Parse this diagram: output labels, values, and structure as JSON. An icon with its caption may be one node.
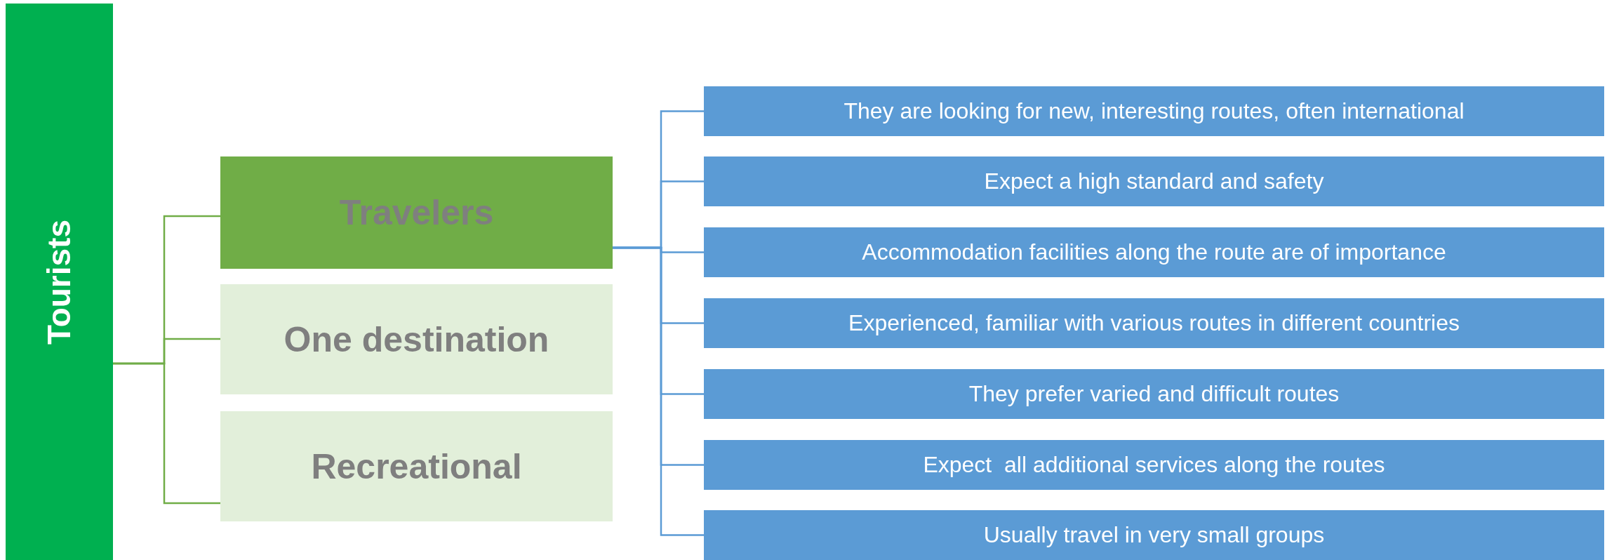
{
  "diagram": {
    "nodes": [
      {
        "text": [
          "Tourists"
        ]
      },
      {
        "text": [
          "Travelers"
        ]
      },
      {
        "text": [
          "One destination"
        ]
      },
      {
        "text": [
          "Recreational"
        ]
      },
      {
        "text": [
          "They are looking for new, interesting routes, often international"
        ]
      },
      {
        "text": [
          "Expect a high standard and safety"
        ]
      },
      {
        "text": [
          "Accommodation facilities along the route are of importance"
        ]
      },
      {
        "text": [
          "Experienced, familiar with various routes in different countries"
        ]
      },
      {
        "text": [
          "They prefer varied and difficult routes"
        ]
      },
      {
        "text": [
          "Expect  all additional services along the routes"
        ]
      },
      {
        "text": [
          "Usually travel in very small groups"
        ]
      }
    ],
    "edges": [
      {
        "from": 0,
        "to": 1,
        "arrow": "none",
        "color": "#70ad47"
      },
      {
        "from": 0,
        "to": 2,
        "arrow": "none",
        "color": "#70ad47"
      },
      {
        "from": 0,
        "to": 3,
        "arrow": "none",
        "color": "#70ad47"
      },
      {
        "from": 1,
        "to": 4,
        "arrow": "none"
      },
      {
        "from": 1,
        "to": 5,
        "arrow": "none"
      },
      {
        "from": 1,
        "to": 6,
        "arrow": "none"
      },
      {
        "from": 1,
        "to": 7,
        "arrow": "none"
      },
      {
        "from": 1,
        "to": 8,
        "arrow": "none"
      },
      {
        "from": 1,
        "to": 9,
        "arrow": "none"
      },
      {
        "from": 1,
        "to": 10,
        "arrow": "none"
      }
    ]
  }
}
